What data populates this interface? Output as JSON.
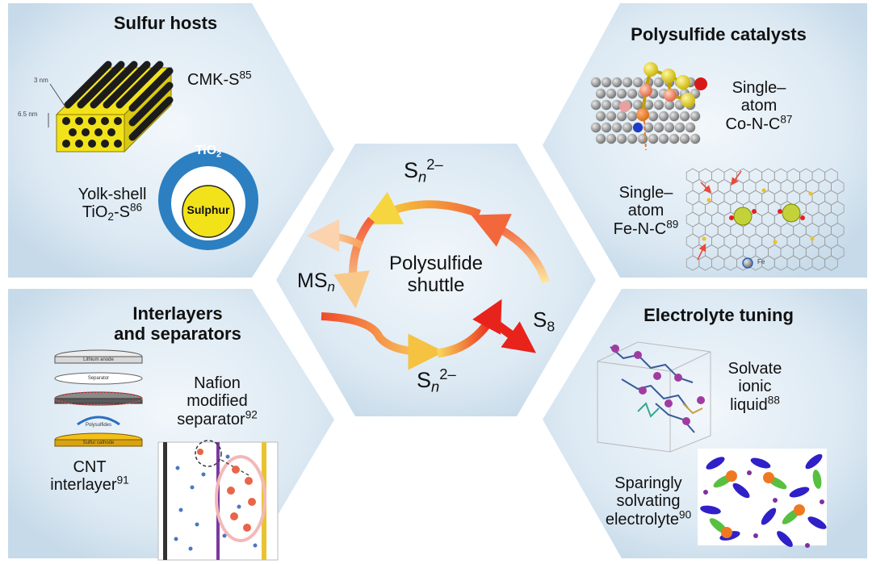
{
  "center": {
    "title_line1": "Polysulfide",
    "title_line2": "shuttle",
    "top_species": {
      "base": "S",
      "sub": "n",
      "sup": "2–"
    },
    "bottom_species": {
      "base": "S",
      "sub": "n",
      "sup": "2–"
    },
    "left_species": {
      "base": "MS",
      "sub": "n"
    },
    "right_species": {
      "base": "S",
      "sub": "8"
    }
  },
  "sulfur_hosts": {
    "title": "Sulfur hosts",
    "cmk_label": "CMK-S",
    "cmk_ref": "85",
    "dim_3nm": "3 nm",
    "dim_65nm": "6.5 nm",
    "yolk_line1": "Yolk-shell",
    "yolk_base": "TiO",
    "yolk_sub": "2",
    "yolk_tail": "-S",
    "yolk_ref": "86",
    "shell_base": "TiO",
    "shell_sub": "2",
    "core_label": "Sulphur"
  },
  "polysulfide_catalysts": {
    "title": "Polysulfide catalysts",
    "co_line1": "Single–",
    "co_line2": "atom",
    "co_line3": "Co-N-C",
    "co_ref": "87",
    "fe_line1": "Single–",
    "fe_line2": "atom",
    "fe_line3": "Fe-N-C",
    "fe_ref": "89",
    "fe_legend": "Fe"
  },
  "interlayers": {
    "title_line1": "Interlayers",
    "title_line2": "and separators",
    "stack_layers": [
      "Lithium anode",
      "Separator",
      "",
      "Sulfur cathode"
    ],
    "arrow_label": "Polysulfides",
    "cnt_line1": "CNT",
    "cnt_line2": "interlayer",
    "cnt_ref": "91",
    "nafion_line1": "Nafion",
    "nafion_line2": "modified",
    "nafion_line3": "separator",
    "nafion_ref": "92"
  },
  "electrolyte_tuning": {
    "title": "Electrolyte tuning",
    "sil_line1": "Solvate",
    "sil_line2": "ionic",
    "sil_line3": "liquid",
    "sil_ref": "88",
    "sse_line1": "Sparingly",
    "sse_line2": "solvating",
    "sse_line3": "electrolyte",
    "sse_ref": "90"
  },
  "colors": {
    "hex_fill_light": "#e9f1f7",
    "hex_fill_dark": "#c9dcea",
    "tio2_shell": "#2c7fc1",
    "sulfur_yellow": "#f2e21a",
    "arrow_red": "#e8231b",
    "arrow_orange": "#f7923a",
    "arrow_yellow": "#f9e27a"
  }
}
